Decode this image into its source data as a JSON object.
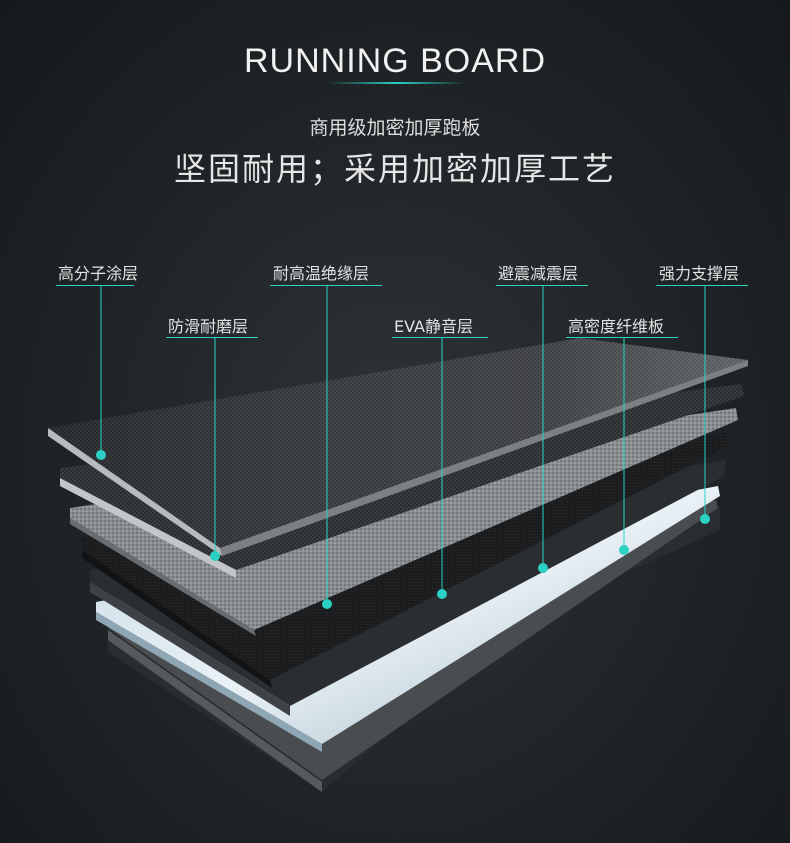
{
  "header": {
    "title": "RUNNING BOARD",
    "subtitle": "商用级加密加厚跑板",
    "headline": "坚固耐用；采用加密加厚工艺"
  },
  "layers": [
    {
      "id": "polymer",
      "label": "高分子涂层"
    },
    {
      "id": "anti-slip",
      "label": "防滑耐磨层"
    },
    {
      "id": "heat-insulation",
      "label": "耐高温绝缘层"
    },
    {
      "id": "eva",
      "label": "EVA静音层"
    },
    {
      "id": "shock",
      "label": "避震减震层"
    },
    {
      "id": "hdf",
      "label": "高密度纤维板"
    },
    {
      "id": "support",
      "label": "强力支撑层"
    }
  ],
  "colors": {
    "accent": "#2bd1c4",
    "background": "#1f2427"
  }
}
